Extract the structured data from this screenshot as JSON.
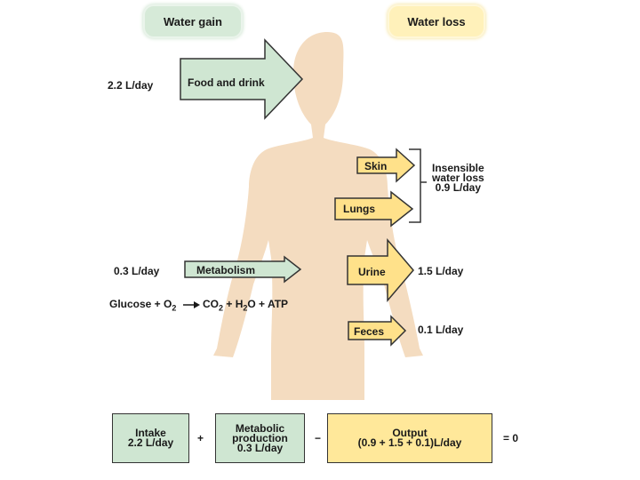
{
  "headers": {
    "gain": "Water gain",
    "loss": "Water loss"
  },
  "gain": {
    "food": {
      "label": "Food and drink",
      "amount": "2.2 L/day"
    },
    "metabolism": {
      "label": "Metabolism",
      "amount": "0.3 L/day"
    }
  },
  "equation": {
    "glucose": "Glucose + O",
    "o_sub": "2",
    "co": "CO",
    "co_sub": "2",
    "h_part": " + H",
    "h_sub": "2",
    "rest": "O + ATP"
  },
  "loss": {
    "skin": "Skin",
    "lungs": "Lungs",
    "insensible": [
      "Insensible",
      "water loss",
      "0.9 L/day"
    ],
    "urine": {
      "label": "Urine",
      "amount": "1.5 L/day"
    },
    "feces": {
      "label": "Feces",
      "amount": "0.1 L/day"
    }
  },
  "balance": {
    "intake": [
      "Intake",
      "2.2 L/day"
    ],
    "plus": "+",
    "metabolic": [
      "Metabolic",
      "production",
      "0.3 L/day"
    ],
    "minus": "−",
    "output": [
      "Output",
      "(0.9 + 1.5 + 0.1)L/day"
    ],
    "equals": "= 0"
  },
  "colors": {
    "body": "#f4dcc0",
    "gain_arrow": "#cfe6d2",
    "loss_arrow": "#ffe18a",
    "outline": "#333333"
  }
}
